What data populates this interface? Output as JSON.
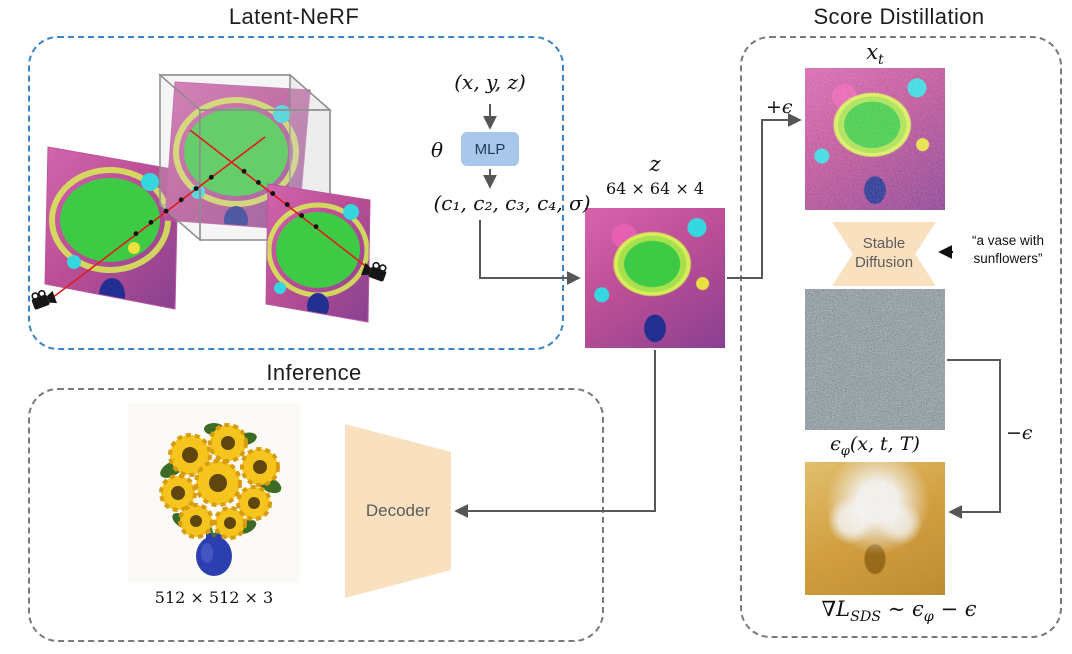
{
  "diagram": {
    "latent_nerf": {
      "title": "Latent-NeRF",
      "coords": "(x, y, z)",
      "theta": "θ",
      "mlp": "MLP",
      "outputs": "(c₁, c₂, c₃, c₄, σ)"
    },
    "latent": {
      "z": "z",
      "dims": "64 × 64 × 4"
    },
    "score": {
      "title": "Score Distillation",
      "xt_base": "x",
      "xt_sub": "t",
      "plus_eps": "+ϵ",
      "minus_eps": "−ϵ",
      "sd_label": "Stable Diffusion",
      "prompt_l1": "“a vase with",
      "prompt_l2": "sunflowers”",
      "eps_base": "ϵ",
      "eps_sub": "φ",
      "eps_args": "(x, t, T)",
      "grad_p1": "∇L",
      "grad_s1": "SDS",
      "grad_p2": " ∼ ϵ",
      "grad_s2": "φ",
      "grad_p3": " − ϵ"
    },
    "inference": {
      "title": "Inference",
      "decoder": "Decoder",
      "dims": "512 × 512 × 3"
    }
  }
}
